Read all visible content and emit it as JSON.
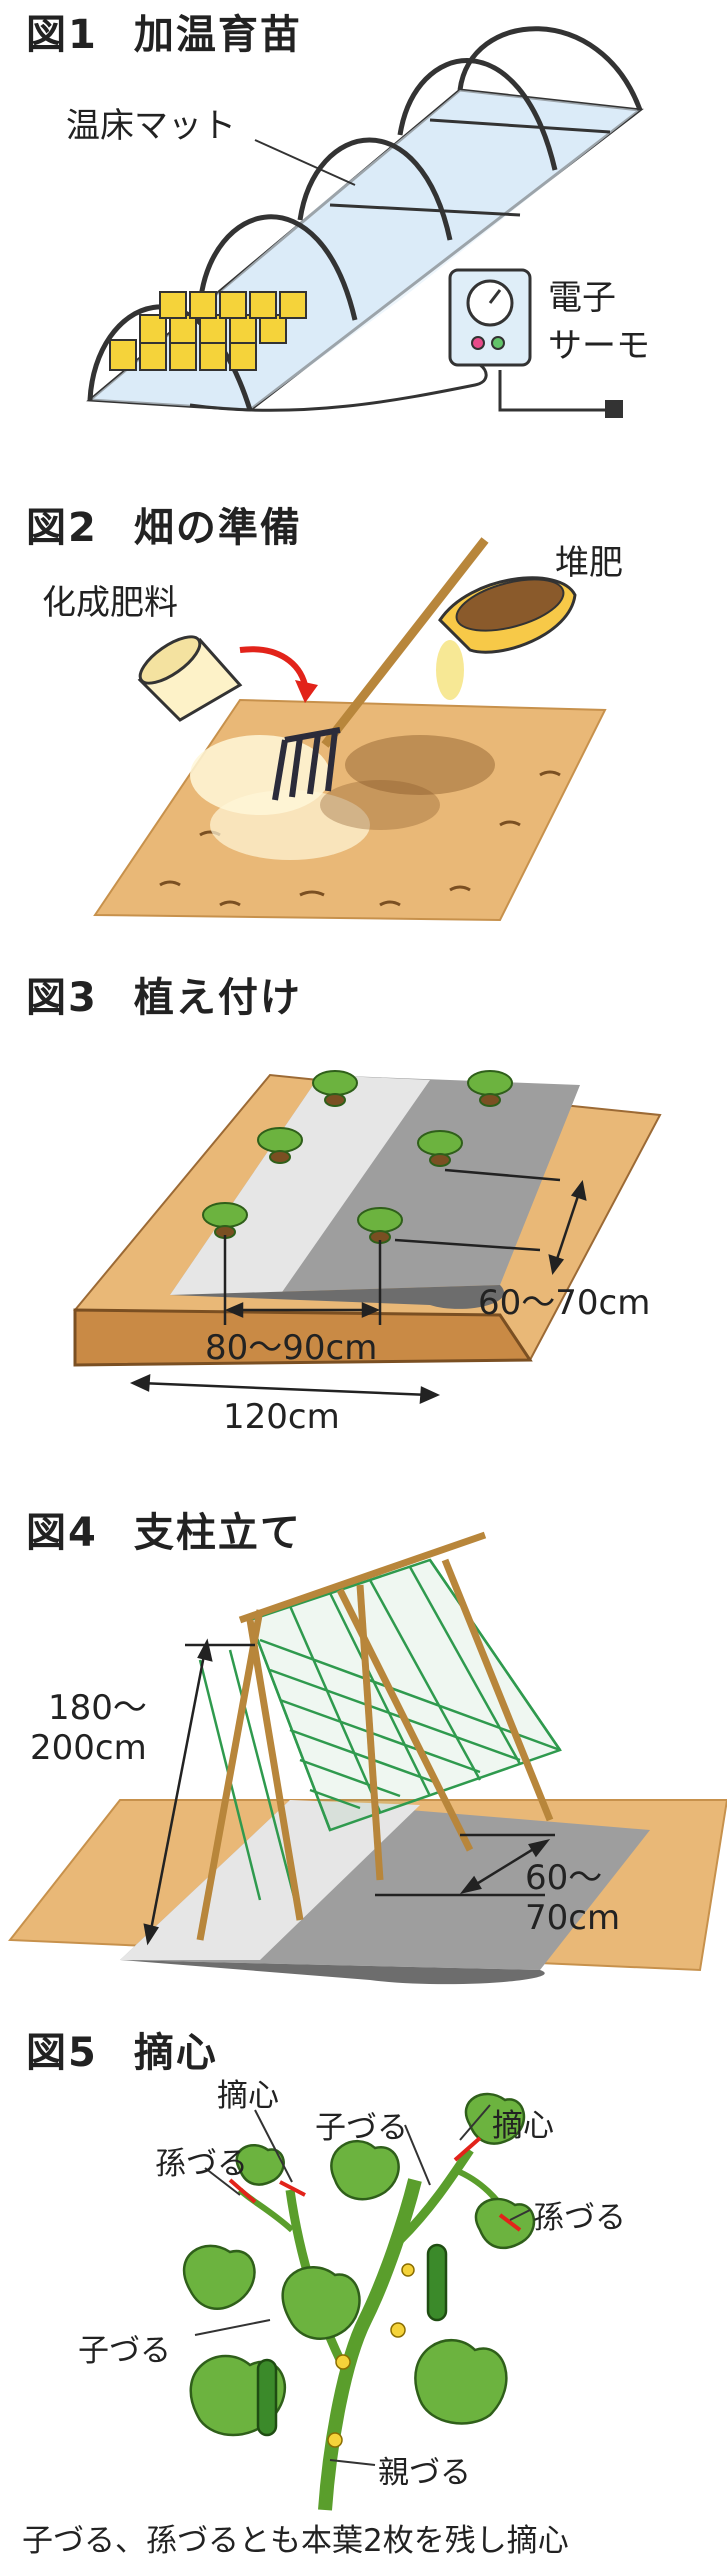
{
  "figures": [
    {
      "number": "図1",
      "title": "加温育苗",
      "labels": {
        "mat": "温床マット",
        "thermo_line1": "電子",
        "thermo_line2": "サーモ"
      }
    },
    {
      "number": "図2",
      "title": "畑の準備",
      "labels": {
        "compost": "堆肥",
        "fertilizer": "化成肥料"
      }
    },
    {
      "number": "図3",
      "title": "植え付け",
      "labels": {
        "row_spacing": "60〜70cm",
        "plant_spacing": "80〜90cm",
        "bed_width": "120cm"
      }
    },
    {
      "number": "図4",
      "title": "支柱立て",
      "labels": {
        "height_line1": "180〜",
        "height_line2": "200cm",
        "spacing_line1": "60〜",
        "spacing_line2": "70cm"
      }
    },
    {
      "number": "図5",
      "title": "摘心",
      "labels": {
        "pinch_left": "摘心",
        "pinch_right": "摘心",
        "child_vine_top": "子づる",
        "grandchild_left": "孫づる",
        "grandchild_right": "孫づる",
        "child_vine_bottom": "子づる",
        "parent_vine": "親づる"
      }
    }
  ],
  "caption": "子づる、孫づるとも本葉2枚を残し摘心",
  "colors": {
    "soil": "#e9b877",
    "soil_dark": "#9c6a35",
    "mulch": "#8c8c8c",
    "mulch_light": "#d8d8d8",
    "net": "#2f9a4e",
    "leaf": "#6cb33f",
    "pot": "#f5d33a",
    "pinch": "#e2231a"
  }
}
